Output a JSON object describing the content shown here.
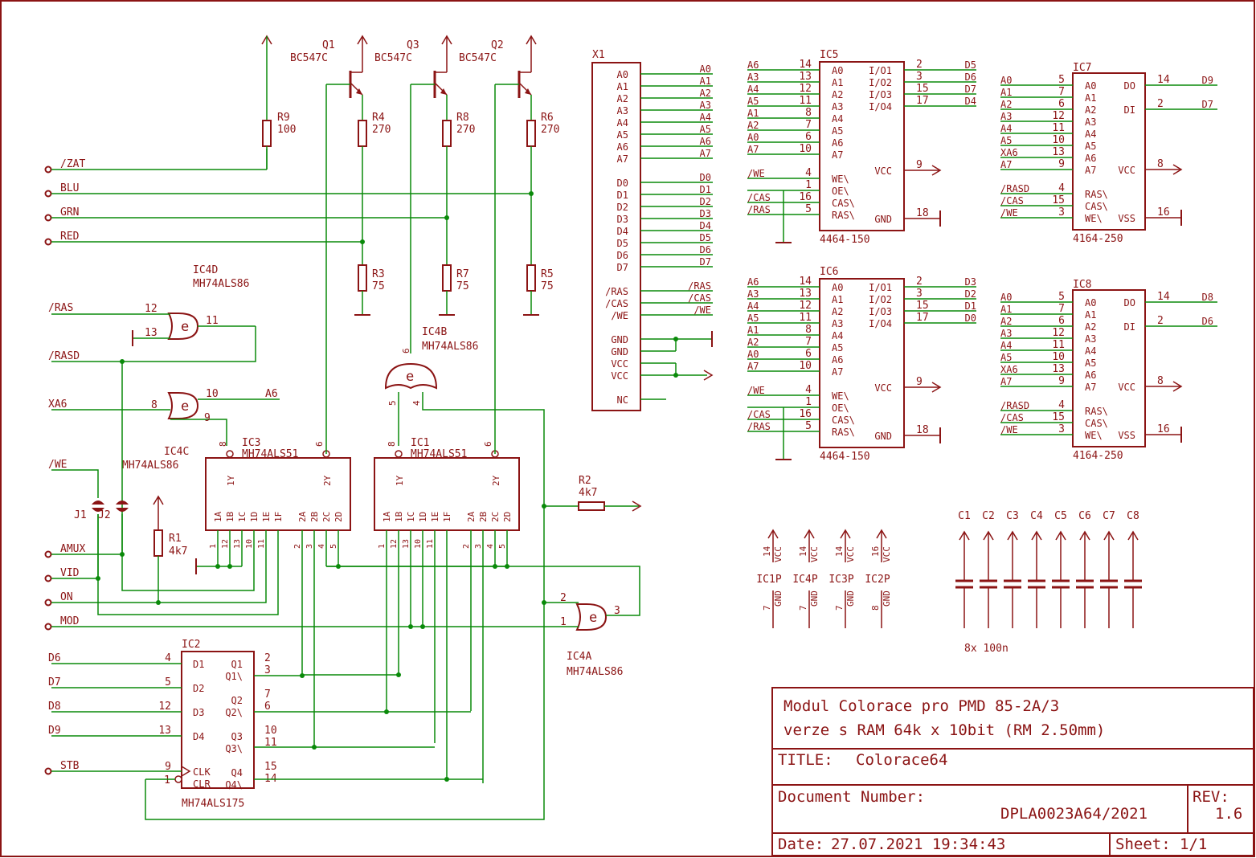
{
  "title_block": {
    "heading_line1": "Modul Colorace pro PMD 85-2A/3",
    "heading_line2": "verze s RAM 64k x 10bit (RM 2.50mm)",
    "title_label": "TITLE:",
    "title_value": "Colorace64",
    "docnum_label": "Document Number:",
    "docnum_value": "DPLA0023A64/2021",
    "rev_label": "REV:",
    "rev_value": "1.6",
    "date_label": "Date:",
    "date_value": "27.07.2021 19:34:43",
    "sheet_label": "Sheet:",
    "sheet_value": "1/1"
  },
  "colors": {
    "wire": "#0a8a0a",
    "part": "#8b1414",
    "frame": "#8b1414",
    "background": "#ffffff"
  },
  "nets": {
    "left_inputs": [
      "/ZAT",
      "BLU",
      "GRN",
      "RED",
      "/RAS",
      "/RASD",
      "XA6",
      "/WE",
      "AMUX",
      "VID",
      "ON",
      "MOD",
      "D6",
      "D7",
      "D8",
      "D9",
      "STB"
    ],
    "ic4a_out_a6": "A6"
  },
  "transistors": [
    {
      "ref": "Q1",
      "type": "BC547C"
    },
    {
      "ref": "Q3",
      "type": "BC547C"
    },
    {
      "ref": "Q2",
      "type": "BC547C"
    }
  ],
  "resistors": [
    {
      "ref": "R9",
      "value": "100"
    },
    {
      "ref": "R4",
      "value": "270"
    },
    {
      "ref": "R8",
      "value": "270"
    },
    {
      "ref": "R6",
      "value": "270"
    },
    {
      "ref": "R3",
      "value": "75"
    },
    {
      "ref": "R7",
      "value": "75"
    },
    {
      "ref": "R5",
      "value": "75"
    },
    {
      "ref": "R1",
      "value": "4k7"
    },
    {
      "ref": "R2",
      "value": "4k7"
    }
  ],
  "jumpers": [
    "J1",
    "J2"
  ],
  "gates": [
    {
      "ref": "IC4D",
      "type": "MH74ALS86",
      "pins": [
        "12",
        "13",
        "11"
      ],
      "symbol": "e"
    },
    {
      "ref": "IC4C",
      "type": "MH74ALS86",
      "pins": [
        "8",
        "9",
        "10"
      ],
      "symbol": "e"
    },
    {
      "ref": "IC4B",
      "type": "MH74ALS86",
      "pins": [
        "6",
        "5",
        "4"
      ],
      "symbol": "e"
    },
    {
      "ref": "IC4A",
      "type": "MH74ALS86",
      "pins": [
        "2",
        "1",
        "3"
      ],
      "symbol": "e"
    }
  ],
  "mux": [
    {
      "ref": "IC3",
      "type": "MH74ALS51",
      "pins_top": [
        "8",
        "6"
      ],
      "outputs": [
        "1Y",
        "2Y"
      ],
      "inputs": [
        "1A",
        "1B",
        "1C",
        "1D",
        "1E",
        "1F",
        "2A",
        "2B",
        "2C",
        "2D"
      ],
      "pin_nums": [
        "1",
        "12",
        "13",
        "10",
        "11",
        "2",
        "3",
        "4",
        "5"
      ]
    },
    {
      "ref": "IC1",
      "type": "MH74ALS51",
      "pins_top": [
        "8",
        "6"
      ],
      "outputs": [
        "1Y",
        "2Y"
      ],
      "inputs": [
        "1A",
        "1B",
        "1C",
        "1D",
        "1E",
        "1F",
        "2A",
        "2B",
        "2C",
        "2D"
      ],
      "pin_nums": [
        "1",
        "12",
        "13",
        "10",
        "11",
        "2",
        "3",
        "4",
        "5"
      ]
    }
  ],
  "latch": {
    "ref": "IC2",
    "type": "MH74ALS175",
    "inputs": [
      "D1",
      "D2",
      "D3",
      "D4",
      "CLK",
      "CLR"
    ],
    "in_pins": [
      "4",
      "5",
      "12",
      "13",
      "9",
      "1"
    ],
    "outputs": [
      "Q1",
      "Q1\\",
      "Q2",
      "Q2\\",
      "Q3",
      "Q3\\",
      "Q4",
      "Q4\\"
    ],
    "out_pins": [
      "2",
      "3",
      "7",
      "6",
      "10",
      "11",
      "15",
      "14"
    ]
  },
  "connector": {
    "ref": "X1",
    "pins": [
      "A0",
      "A1",
      "A2",
      "A3",
      "A4",
      "A5",
      "A6",
      "A7",
      "D0",
      "D1",
      "D2",
      "D3",
      "D4",
      "D5",
      "D6",
      "D7",
      "/RAS",
      "/CAS",
      "/WE",
      "GND",
      "GND",
      "VCC",
      "VCC",
      "NC"
    ],
    "nets": [
      "A0",
      "A1",
      "A2",
      "A3",
      "A4",
      "A5",
      "A6",
      "A7",
      "D0",
      "D1",
      "D2",
      "D3",
      "D4",
      "D5",
      "D6",
      "D7",
      "/RAS",
      "/CAS",
      "/WE"
    ]
  },
  "ram_4464": [
    {
      "ref": "IC5",
      "type": "4464-150",
      "left_nets": [
        "A6",
        "A3",
        "A4",
        "A5",
        "A1",
        "A2",
        "A0",
        "A7",
        "/WE",
        "",
        "/CAS",
        "/RAS"
      ],
      "left_pins": [
        "14",
        "13",
        "12",
        "11",
        "8",
        "7",
        "6",
        "10",
        "4",
        "1",
        "16",
        "5"
      ],
      "left_names": [
        "A0",
        "A1",
        "A2",
        "A3",
        "A4",
        "A5",
        "A6",
        "A7",
        "WE\\",
        "OE\\",
        "CAS\\",
        "RAS\\"
      ],
      "right_names": [
        "I/O1",
        "I/O2",
        "I/O3",
        "I/O4",
        "VCC",
        "GND"
      ],
      "right_pins": [
        "2",
        "3",
        "15",
        "17",
        "9",
        "18"
      ],
      "right_nets": [
        "D5",
        "D6",
        "D7",
        "D4"
      ]
    },
    {
      "ref": "IC6",
      "type": "4464-150",
      "left_nets": [
        "A6",
        "A3",
        "A4",
        "A5",
        "A1",
        "A2",
        "A0",
        "A7",
        "/WE",
        "",
        "/CAS",
        "/RAS"
      ],
      "left_pins": [
        "14",
        "13",
        "12",
        "11",
        "8",
        "7",
        "6",
        "10",
        "4",
        "1",
        "16",
        "5"
      ],
      "left_names": [
        "A0",
        "A1",
        "A2",
        "A3",
        "A4",
        "A5",
        "A6",
        "A7",
        "WE\\",
        "OE\\",
        "CAS\\",
        "RAS\\"
      ],
      "right_names": [
        "I/O1",
        "I/O2",
        "I/O3",
        "I/O4",
        "VCC",
        "GND"
      ],
      "right_pins": [
        "2",
        "3",
        "15",
        "17",
        "9",
        "18"
      ],
      "right_nets": [
        "D3",
        "D2",
        "D1",
        "D0"
      ]
    }
  ],
  "ram_4164": [
    {
      "ref": "IC7",
      "type": "4164-250",
      "left_nets": [
        "A0",
        "A1",
        "A2",
        "A3",
        "A4",
        "A5",
        "XA6",
        "A7",
        "/RASD",
        "/CAS",
        "/WE"
      ],
      "left_pins": [
        "5",
        "7",
        "6",
        "12",
        "11",
        "10",
        "13",
        "9",
        "4",
        "15",
        "3"
      ],
      "left_names": [
        "A0",
        "A1",
        "A2",
        "A3",
        "A4",
        "A5",
        "A6",
        "A7",
        "RAS\\",
        "CAS\\",
        "WE\\"
      ],
      "right_names": [
        "DO",
        "DI",
        "VCC",
        "VSS"
      ],
      "right_pins": [
        "14",
        "2",
        "8",
        "16"
      ],
      "right_nets": [
        "D9",
        "D7"
      ]
    },
    {
      "ref": "IC8",
      "type": "4164-250",
      "left_nets": [
        "A0",
        "A1",
        "A2",
        "A3",
        "A4",
        "A5",
        "XA6",
        "A7",
        "/RASD",
        "/CAS",
        "/WE"
      ],
      "left_pins": [
        "5",
        "7",
        "6",
        "12",
        "11",
        "10",
        "13",
        "9",
        "4",
        "15",
        "3"
      ],
      "left_names": [
        "A0",
        "A1",
        "A2",
        "A3",
        "A4",
        "A5",
        "A6",
        "A7",
        "RAS\\",
        "CAS\\",
        "WE\\"
      ],
      "right_names": [
        "DO",
        "DI",
        "VCC",
        "VSS"
      ],
      "right_pins": [
        "14",
        "2",
        "8",
        "16"
      ],
      "right_nets": [
        "D8",
        "D6"
      ]
    }
  ],
  "power_pins": [
    {
      "ref": "IC1P",
      "vcc_pin": "14",
      "gnd_pin": "7"
    },
    {
      "ref": "IC4P",
      "vcc_pin": "14",
      "gnd_pin": "7"
    },
    {
      "ref": "IC3P",
      "vcc_pin": "14",
      "gnd_pin": "7"
    },
    {
      "ref": "IC2P",
      "vcc_pin": "16",
      "gnd_pin": "8"
    }
  ],
  "power_labels": {
    "vcc": "VCC",
    "gnd": "GND"
  },
  "capacitors": {
    "refs": [
      "C1",
      "C2",
      "C3",
      "C4",
      "C5",
      "C6",
      "C7",
      "C8"
    ],
    "note": "8x 100n"
  }
}
